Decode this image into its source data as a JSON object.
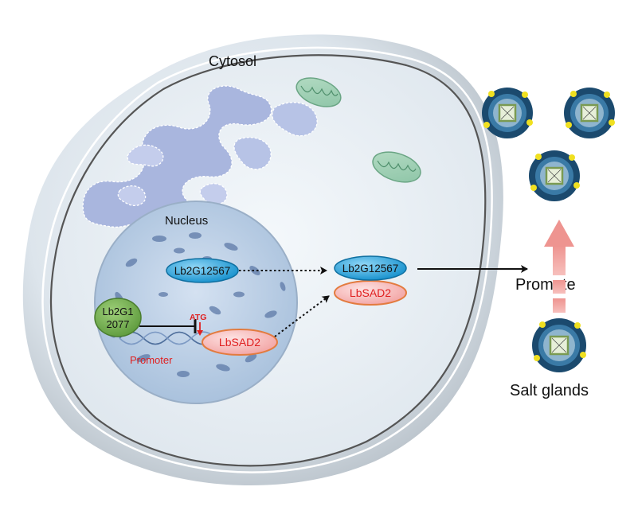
{
  "labels": {
    "cytosol": "Cytosol",
    "nucleus": "Nucleus",
    "promote": "Promote",
    "salt_glands": "Salt glands",
    "promoter": "Promoter",
    "atg": "ATG"
  },
  "proteins": {
    "lb2g12567_nucleus": "Lb2G12567",
    "lb2g12567_cytosol": "Lb2G12567",
    "lbsad2_nucleus": "LbSAD2",
    "lbsad2_cytosol": "LbSAD2",
    "lb2g12077_line1": "Lb2G1",
    "lb2g12077_line2": "2077"
  },
  "colors": {
    "blue_protein": "#1aa0d8",
    "red_protein": "#ee8a8a",
    "green_protein": "#6fa84a",
    "text_red": "#e02020",
    "salt_gland_dark": "#1b4a6e",
    "salt_gland_dot": "#f0e020"
  }
}
